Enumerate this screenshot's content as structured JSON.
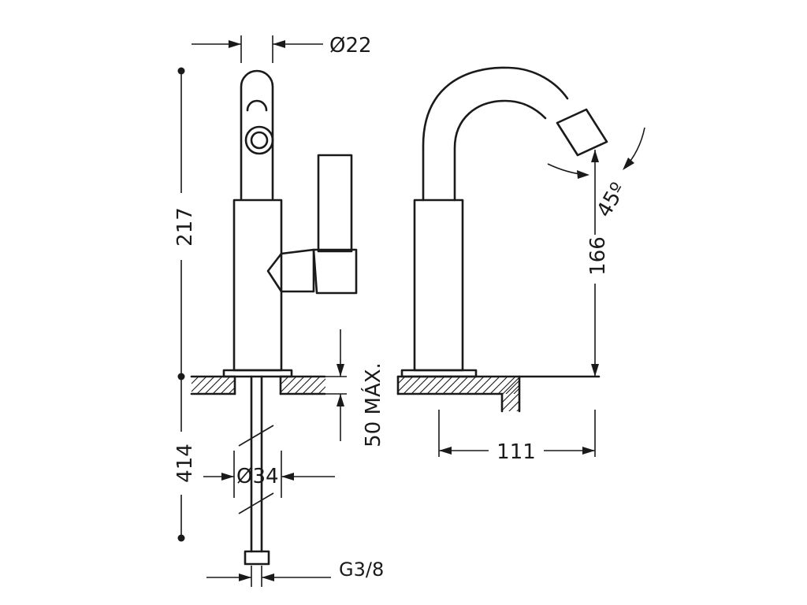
{
  "labels": {
    "spout_diameter": "Ø22",
    "body_height": "217",
    "hose_length": "414",
    "max_thickness": "50 MÁX.",
    "hole_diameter": "Ø34",
    "thread": "G3/8",
    "spout_height": "166",
    "angle": "45º",
    "reach": "111"
  },
  "colors": {
    "line": "#1a1a1a",
    "background": "#ffffff"
  }
}
